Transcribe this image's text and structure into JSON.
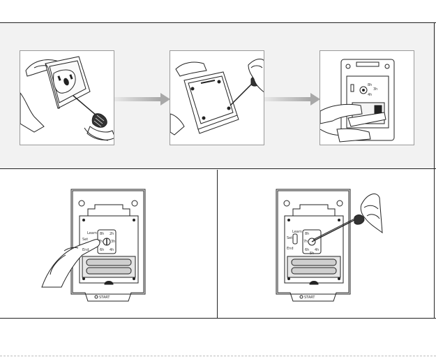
{
  "steps": {
    "step1": {
      "icon": "remove-front-plate-screw-icon"
    },
    "step2": {
      "icon": "remove-back-cover-screw-icon"
    },
    "step3": {
      "icon": "pull-battery-tab-icon"
    },
    "step4": {
      "icon": "press-learn-button-icon"
    },
    "step5": {
      "icon": "set-timer-dial-icon"
    }
  },
  "device": {
    "learn_label": "Learn",
    "set_label": "Set",
    "end_label": "End",
    "dial_labels": [
      "8h",
      "2h",
      "7h",
      "3h",
      "6h",
      "4h",
      "5h"
    ],
    "brand_mark": "START"
  },
  "colors": {
    "outline": "#222222",
    "band_background": "#f2f2f2",
    "frame_border": "#9a9a9a",
    "arrow_gray": "#c8c8c8"
  }
}
